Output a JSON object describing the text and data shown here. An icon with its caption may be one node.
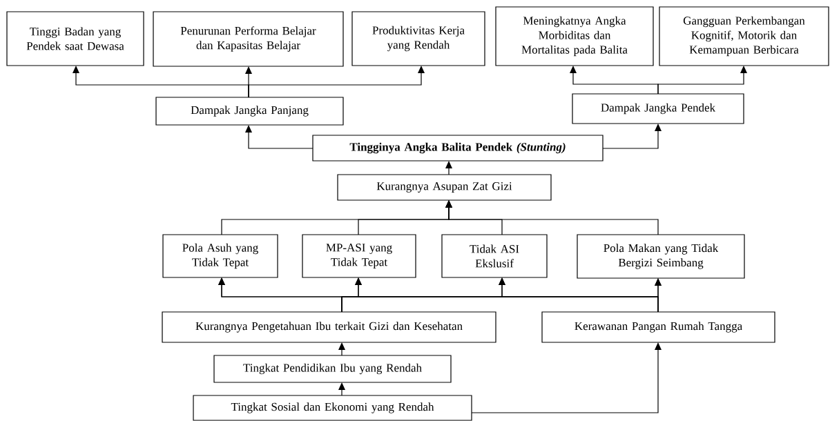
{
  "diagram": {
    "nodes": [
      {
        "text": [
          "Tinggi Badan yang Pendek saat Dewasa"
        ]
      },
      {
        "text": [
          "Penurunan Performa Belajar dan Kapasitas Belajar"
        ]
      },
      {
        "text": [
          "Produktivitas Kerja yang Rendah"
        ]
      },
      {
        "text": [
          "Meningkatnya Angka Morbiditas dan Mortalitas pada Balita"
        ]
      },
      {
        "text": [
          "Gangguan Perkembangan Kognitif, Motorik dan Kemampuan Berbicara"
        ]
      },
      {
        "text": [
          "Dampak Jangka Panjang"
        ]
      },
      {
        "text": [
          "Dampak Jangka Pendek"
        ]
      },
      {
        "text": [
          "Tingginya Angka Balita Pendek *(Stunting)*"
        ]
      },
      {
        "text": [
          "Kurangnya Asupan Zat Gizi"
        ]
      },
      {
        "text": [
          "Pola Asuh yang Tidak Tepat"
        ]
      },
      {
        "text": [
          "MP-ASI yang Tidak Tepat"
        ]
      },
      {
        "text": [
          "Tidak ASI Ekslusif"
        ]
      },
      {
        "text": [
          "Pola Makan yang Tidak Bergizi Seimbang"
        ]
      },
      {
        "text": [
          "Kurangnya Pengetahuan Ibu terkait Gizi dan Kesehatan"
        ]
      },
      {
        "text": [
          "Kerawanan Pangan Rumah Tangga"
        ]
      },
      {
        "text": [
          "Tingkat Pendidikan Ibu yang Rendah"
        ]
      },
      {
        "text": [
          "Tingkat Sosial dan Ekonomi yang Rendah"
        ]
      }
    ],
    "edges": [
      {
        "from": 5,
        "to": 0,
        "arrow": "to"
      },
      {
        "from": 5,
        "to": 1,
        "arrow": "to"
      },
      {
        "from": 5,
        "to": 2,
        "arrow": "to"
      },
      {
        "from": 6,
        "to": 3,
        "arrow": "to"
      },
      {
        "from": 6,
        "to": 4,
        "arrow": "to"
      },
      {
        "from": 7,
        "to": 5,
        "arrow": "to"
      },
      {
        "from": 7,
        "to": 6,
        "arrow": "to"
      },
      {
        "from": 8,
        "to": 7,
        "arrow": "to"
      },
      {
        "from": 9,
        "to": 8,
        "arrow": "to"
      },
      {
        "from": 10,
        "to": 8,
        "arrow": "to"
      },
      {
        "from": 11,
        "to": 8,
        "arrow": "to"
      },
      {
        "from": 12,
        "to": 8,
        "arrow": "to"
      },
      {
        "from": 13,
        "to": 9,
        "arrow": "to"
      },
      {
        "from": 13,
        "to": 10,
        "arrow": "to"
      },
      {
        "from": 13,
        "to": 11,
        "arrow": "to"
      },
      {
        "from": 13,
        "to": 12,
        "arrow": "to"
      },
      {
        "from": 14,
        "to": 9,
        "arrow": "to"
      },
      {
        "from": 14,
        "to": 10,
        "arrow": "to"
      },
      {
        "from": 14,
        "to": 11,
        "arrow": "to"
      },
      {
        "from": 14,
        "to": 12,
        "arrow": "to"
      },
      {
        "from": 15,
        "to": 13,
        "arrow": "to"
      },
      {
        "from": 16,
        "to": 15,
        "arrow": "to"
      },
      {
        "from": 16,
        "to": 14,
        "arrow": "to"
      }
    ]
  }
}
